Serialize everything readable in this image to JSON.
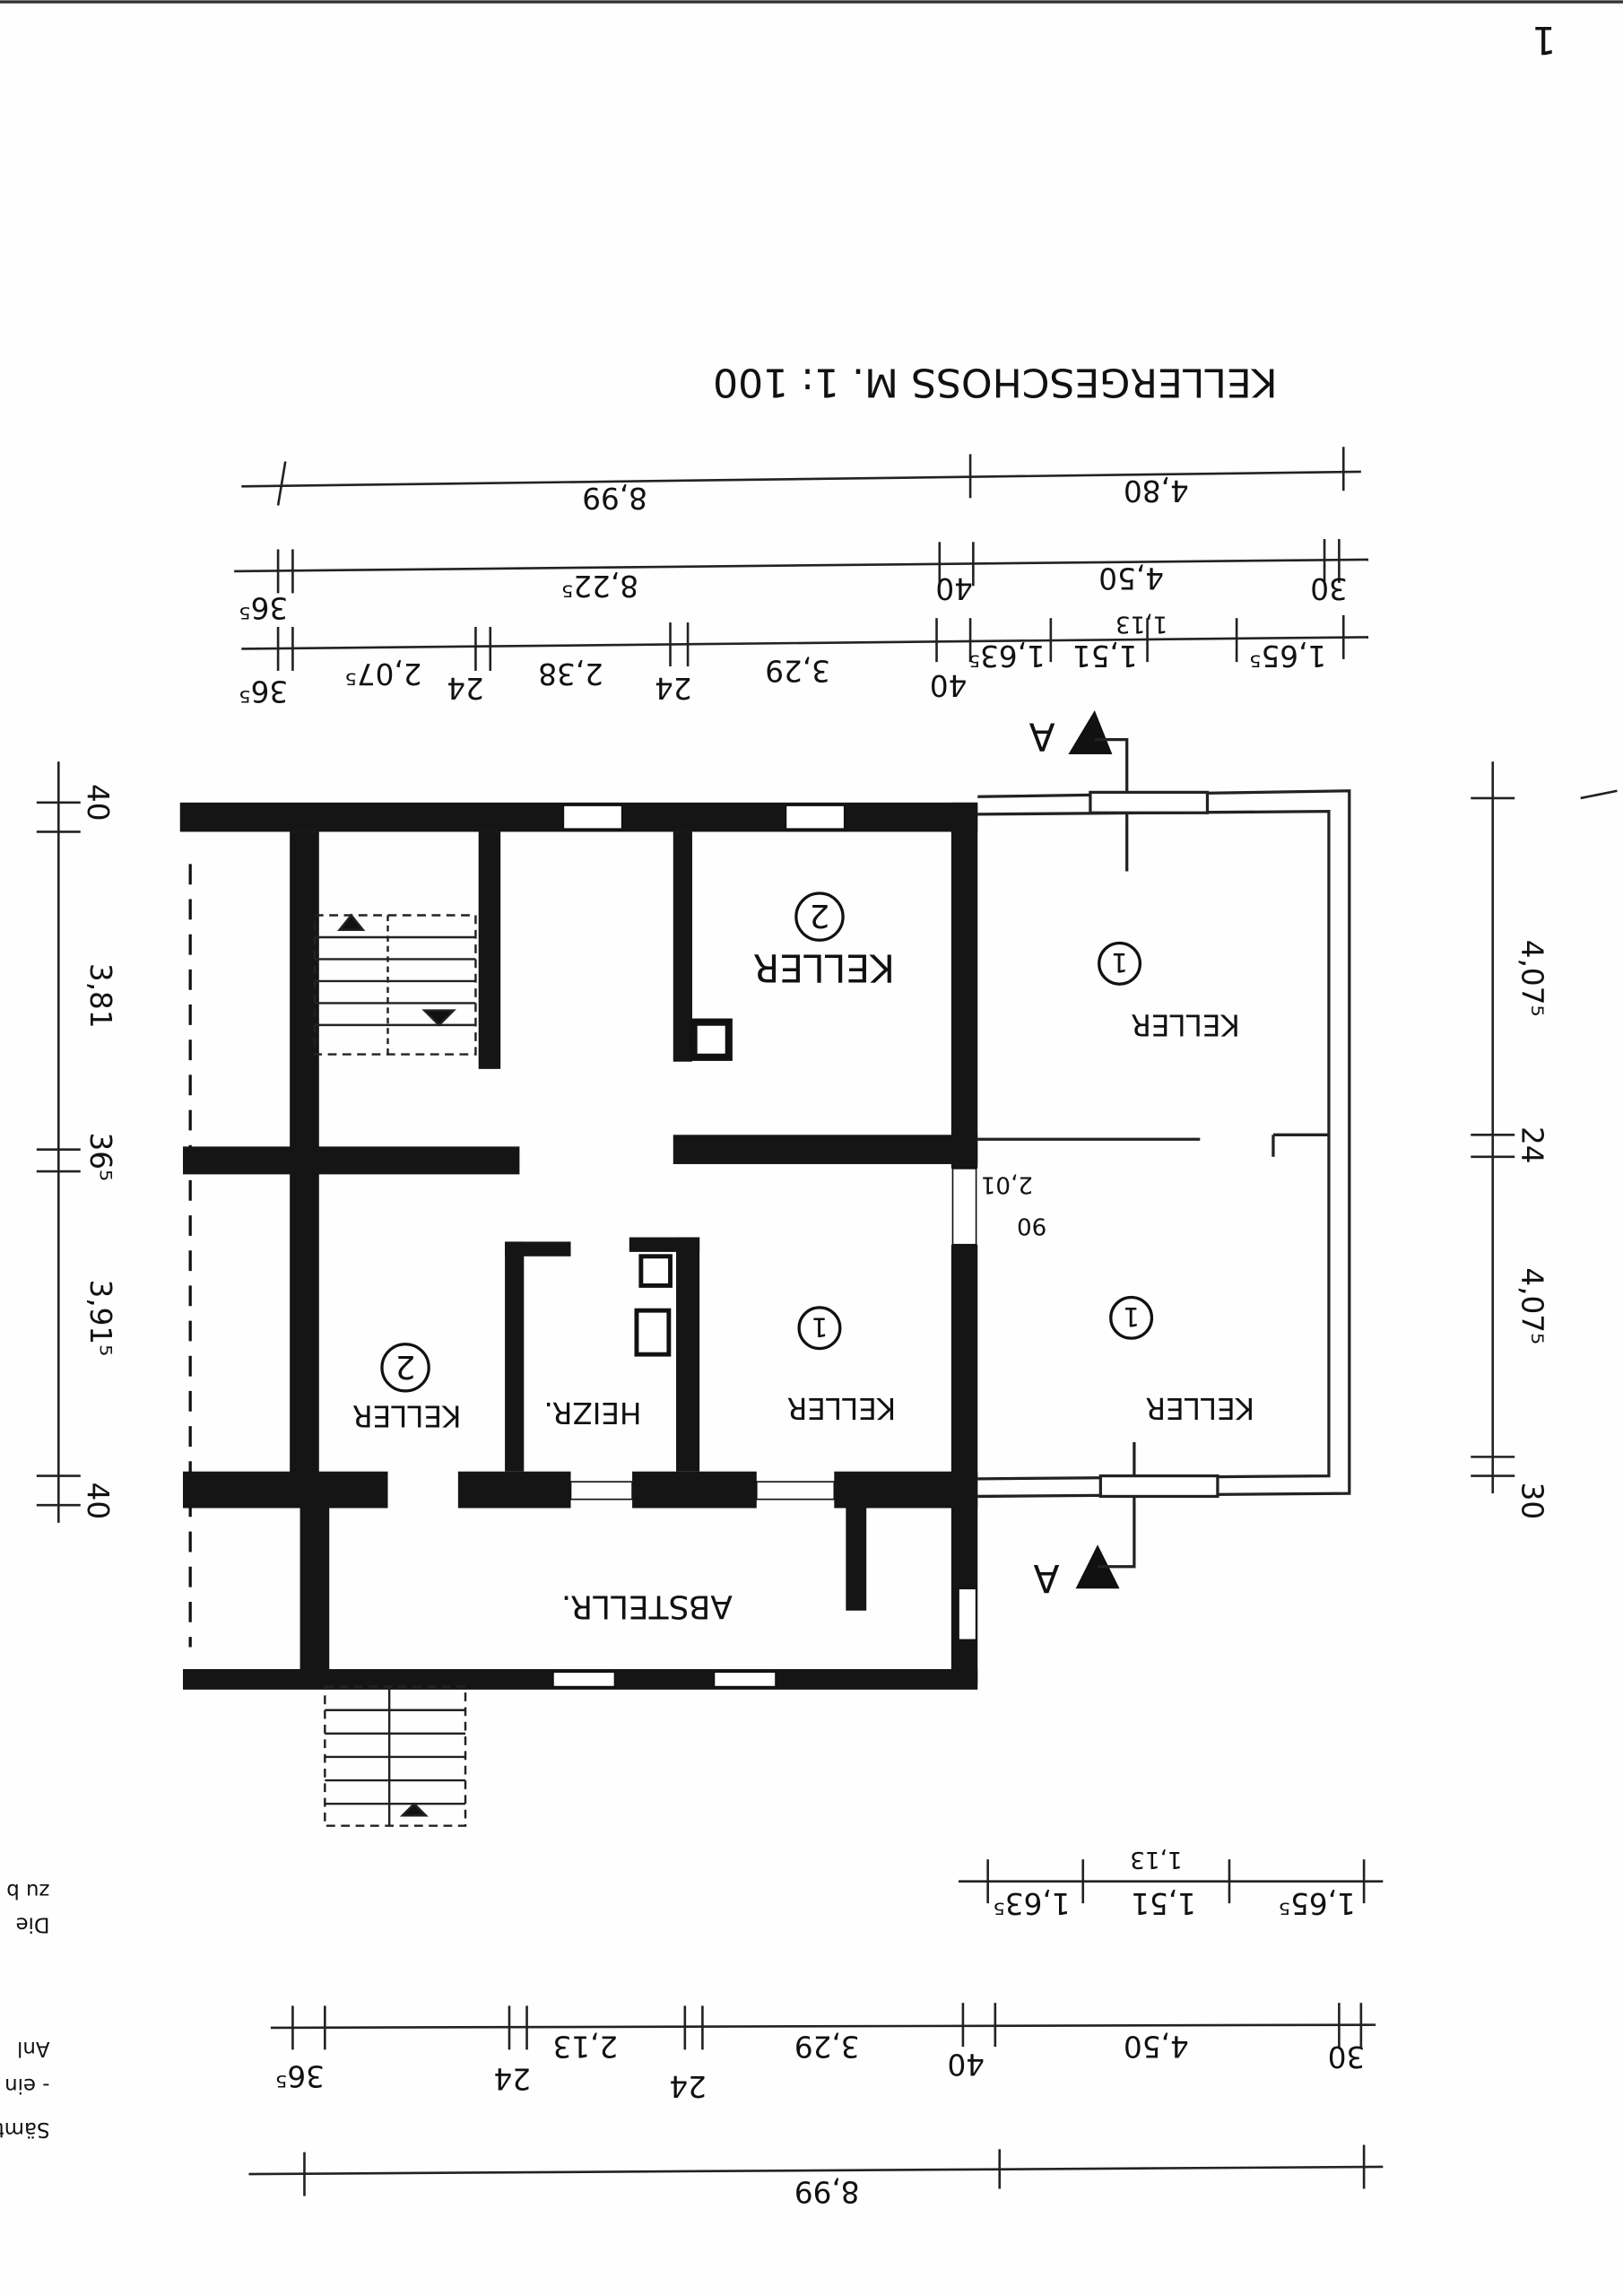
{
  "title": "KELLERGESCHOSS  M. 1: 100",
  "page_mark": "1",
  "rooms": [
    {
      "label": "KELLER",
      "number": "2"
    },
    {
      "label": "KELLER",
      "number": "1"
    },
    {
      "label": "KELLER",
      "number": "1"
    },
    {
      "label": "KELLER",
      "number": "1"
    },
    {
      "label": "KELLER",
      "number": "2"
    },
    {
      "label": "HEIZR."
    },
    {
      "label": "ABSTELLR."
    }
  ],
  "section_marker": "A",
  "dims_top": {
    "row1": [
      "8,99",
      "4,80"
    ],
    "row2": [
      "36⁵",
      "8,22⁵",
      "40",
      "4,50",
      "30"
    ],
    "row3": [
      "36⁵",
      "2,07⁵",
      "24",
      "2,38",
      "24",
      "3,29",
      "40",
      "1,63⁵",
      "1,51",
      "1,65⁵",
      "1,13"
    ]
  },
  "dims_bottom": {
    "row1": [
      "1,65⁵",
      "1,51",
      "1,63⁵",
      "1,13"
    ],
    "row2": [
      "36⁵",
      "24",
      "2,13",
      "24",
      "3,29",
      "40",
      "4,50",
      "30"
    ],
    "row3": [
      "8,99"
    ]
  },
  "dims_left": [
    "40",
    "3,81",
    "36⁵",
    "3,91⁵",
    "40"
  ],
  "dims_right": [
    "4,07⁵",
    "24",
    "4,07⁵",
    "30"
  ],
  "opening_dims": [
    "2,01",
    "90"
  ],
  "margin_text": [
    "Sämtl",
    "- ein",
    "Anl",
    "Die",
    "zu b"
  ]
}
